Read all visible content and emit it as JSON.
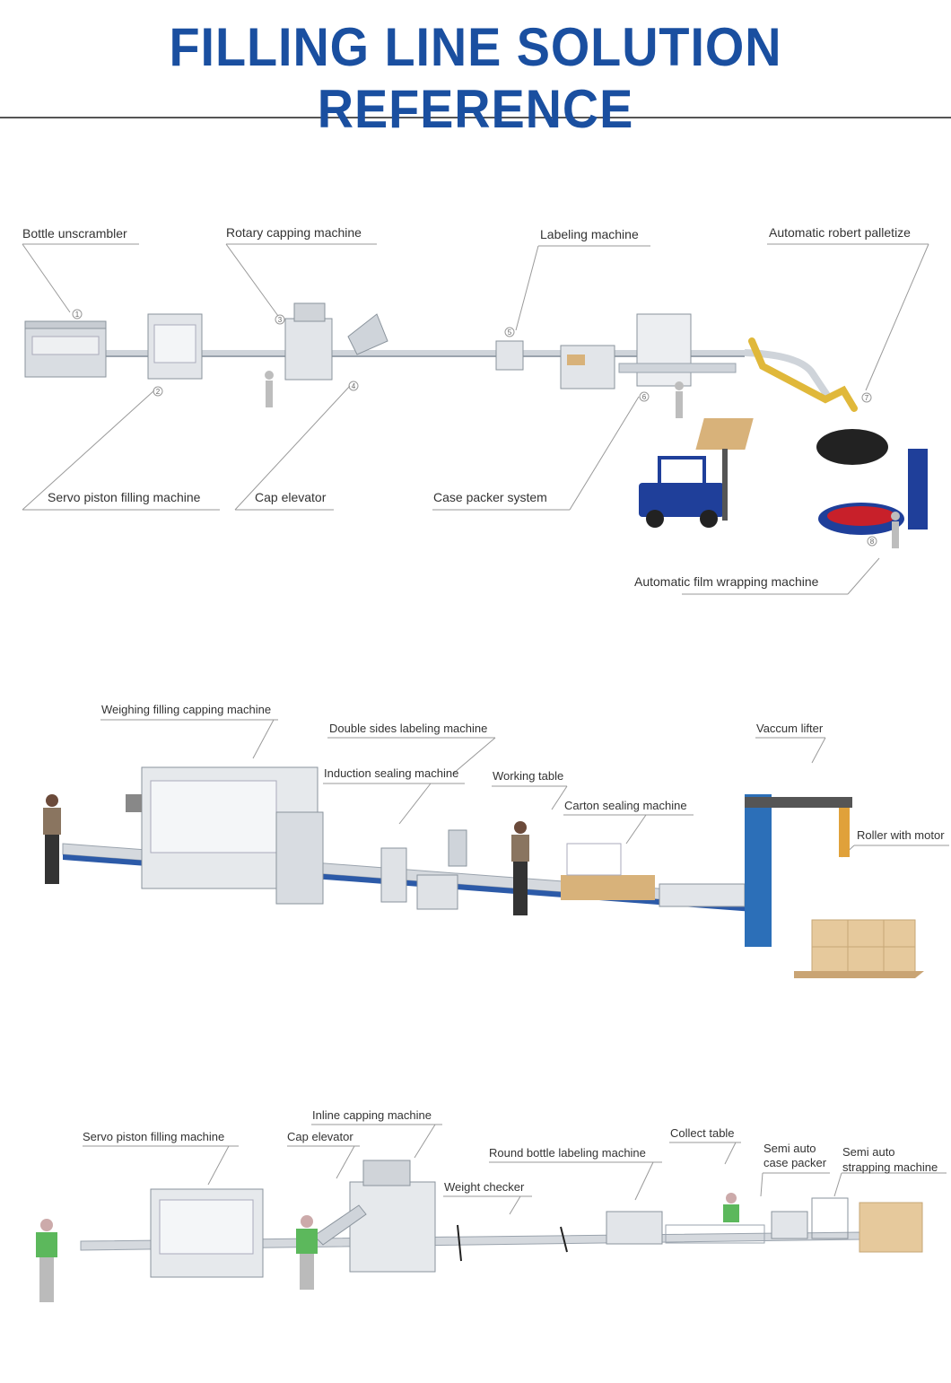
{
  "header": {
    "title": "FILLING LINE SOLUTION REFERENCE"
  },
  "panel1": {
    "labels": {
      "bottle_unscrambler": "Bottle unscrambler",
      "rotary_capping": "Rotary capping machine",
      "labeling": "Labeling machine",
      "palletize": "Automatic robert palletize",
      "servo_piston": "Servo piston filling machine",
      "cap_elevator": "Cap elevator",
      "case_packer": "Case packer system",
      "film_wrapping": "Automatic film wrapping machine"
    },
    "markers": [
      "①",
      "②",
      "③",
      "④",
      "⑤",
      "⑥",
      "⑦",
      "⑧"
    ]
  },
  "panel2": {
    "labels": {
      "weighing": "Weighing filling capping machine",
      "double_sides": "Double sides labeling machine",
      "vaccum_lifter": "Vaccum lifter",
      "induction": "Induction sealing machine",
      "working_table": "Working table",
      "carton_sealing": "Carton sealing machine",
      "roller_motor": "Roller with motor"
    }
  },
  "panel3": {
    "labels": {
      "inline_capping": "Inline capping machine",
      "servo_piston": "Servo piston filling machine",
      "cap_elevator": "Cap elevator",
      "collect_table": "Collect table",
      "round_bottle": "Round bottle labeling machine",
      "semi_case_1": "Semi auto",
      "semi_case_2": "case packer",
      "semi_strap_1": "Semi auto",
      "semi_strap_2": "strapping machine",
      "weight_checker": "Weight checker"
    }
  },
  "colors": {
    "title": "#1a4fa0",
    "machine": "#d9dde2",
    "frame": "#9aa3ad",
    "conveyor_blue": "#2c5aa8",
    "carton": "#d8b27a",
    "forklift": "#1f3f9a",
    "robot": "#e0b83a",
    "worker_green": "#5cb85c"
  },
  "icons": [
    "worker-icon",
    "forklift-icon",
    "robot-arm-icon",
    "pallet-icon",
    "carton-stack-icon"
  ]
}
